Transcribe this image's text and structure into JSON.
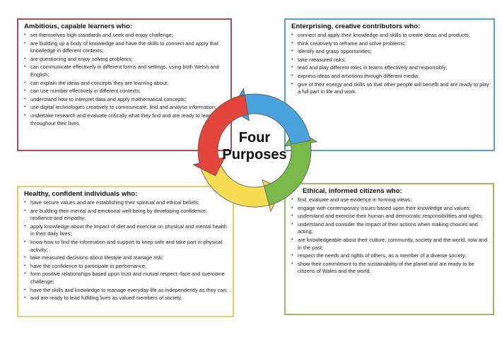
{
  "center": {
    "line1": "Four",
    "line2": "Purposes"
  },
  "colors": {
    "red": "#e2453b",
    "blue": "#4aa2dc",
    "green": "#7bb84b",
    "yellow": "#f6dc52"
  },
  "boxes": {
    "red": {
      "title": "Ambitious, capable learners who:",
      "items": [
        "set themselves high standards and seek and enjoy challenge;",
        "are building up a body of knowledge and have the skills to connect and apply that knowledge in different contexts;",
        "are questioning and enjoy solving problems;",
        "can communicate effectively in different forms and settings, using both Welsh and English;",
        "can explain the ideas and concepts they are learning about;",
        "can use number effectively in different contexts;",
        "understand how to interpret data and apply mathematical concepts;",
        "use digital technologies creatively to communicate, find and analyse information;",
        "undertake research and evaluate critically what they find and are ready to learn throughout their lives."
      ]
    },
    "blue": {
      "title": "Enterprising, creative contributors who:",
      "items": [
        "connect and apply their knowledge and skills to create ideas and products;",
        "think creatively to reframe and solve problems;",
        "identify and grasp opportunities;",
        "take measured risks;",
        "lead and play different roles in teams effectively and responsibly;",
        "express ideas and emotions through different media;",
        "give of their energy and skills so that other people will benefit and are ready to play a full part in life and work."
      ]
    },
    "yellow": {
      "title": "Healthy, confident individuals who:",
      "items": [
        "have secure values and are establishing their spiritual and ethical beliefs;",
        "are building their mental and emotional well-being by developing confidence, resilience and empathy;",
        "apply knowledge about the impact of diet and exercise on physical and mental health in their daily lives;",
        "know how to find the information and support to keep safe and take part in physical activity;",
        "take measured decisions about lifestyle and manage risk;",
        "have the confidence to participate in performance;",
        "form positive relationships based upon trust and mutual respect -face and overcome challenge;",
        "have the skills and knowledge to manage everyday life as independently as they can;",
        "and are ready to lead fulfilling lives as valued members of society."
      ]
    },
    "green": {
      "title": "Ethical, informed citizens who:",
      "items": [
        "find, evaluate and use evidence in forming views;",
        "engage with contemporary issues based upon their knowledge and values;",
        "understand and exercise their human and democratic responsibilities and rights;",
        "understand and consider the impact of their actions when making choices and acting;",
        "are knowledgeable about their culture, community, society and the world, now and in the past;",
        "respect the needs and rights of others, as a member of a diverse society;",
        "show their commitment to the sustainability of the planet and are ready to be citizens of Wales and the world."
      ]
    }
  }
}
